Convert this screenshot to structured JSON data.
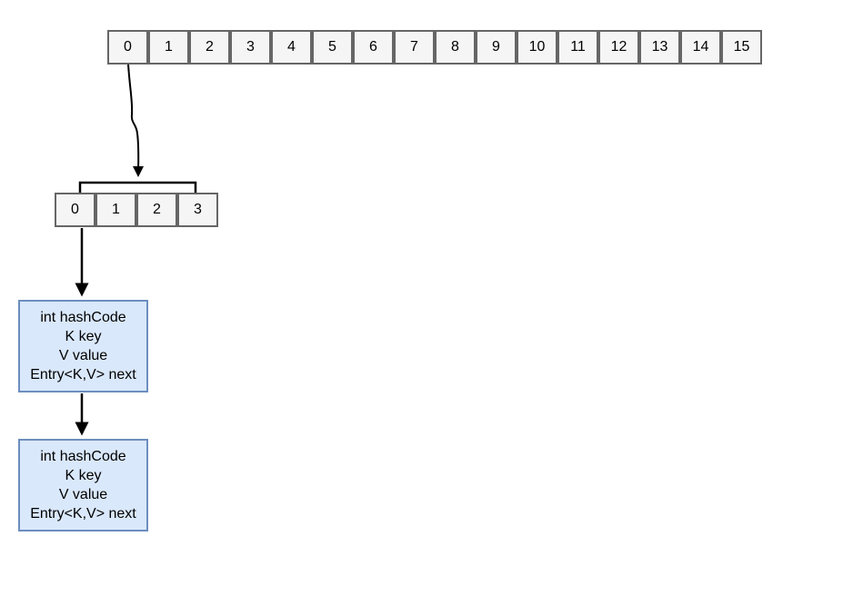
{
  "colors": {
    "background": "#ffffff",
    "cell_fill": "#f5f5f5",
    "cell_stroke": "#666666",
    "entry_fill": "#dae8fc",
    "entry_stroke": "#6c8ebf",
    "arrow": "#000000",
    "text": "#000000"
  },
  "hash_table": {
    "cells": [
      "0",
      "1",
      "2",
      "3",
      "4",
      "5",
      "6",
      "7",
      "8",
      "9",
      "10",
      "11",
      "12",
      "13",
      "14",
      "15"
    ]
  },
  "bucket_array": {
    "cells": [
      "0",
      "1",
      "2",
      "3"
    ]
  },
  "entry_nodes": [
    {
      "lines": [
        "int hashCode",
        "K key",
        "V value",
        "Entry<K,V> next"
      ]
    },
    {
      "lines": [
        "int hashCode",
        "K key",
        "V value",
        "Entry<K,V> next"
      ]
    }
  ]
}
